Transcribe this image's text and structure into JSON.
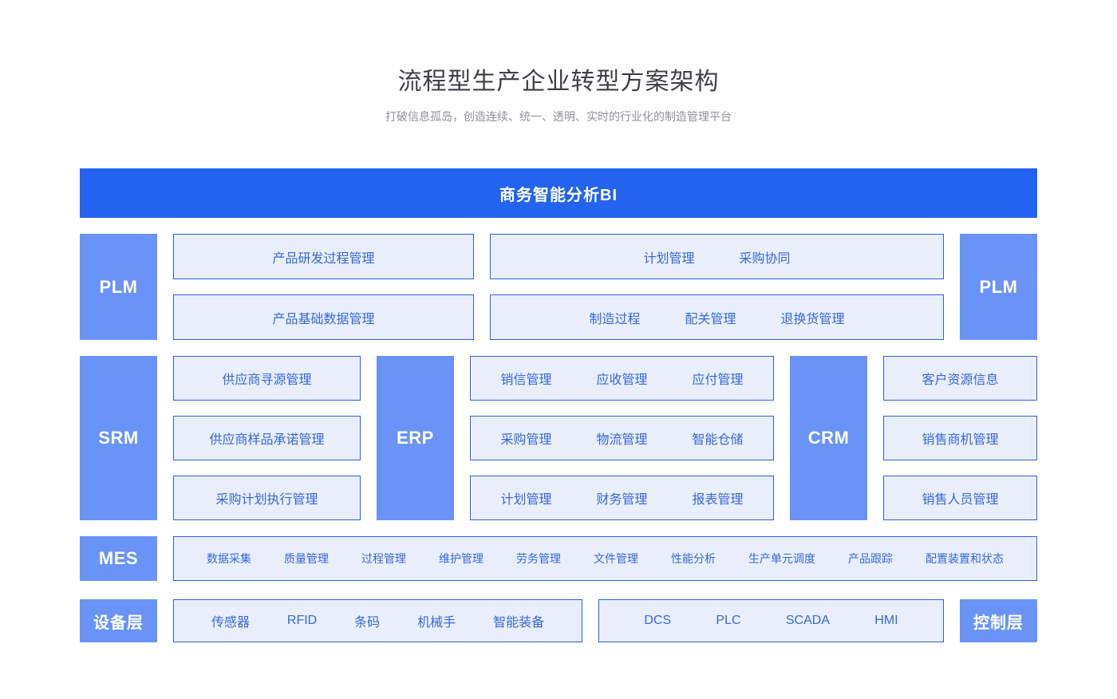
{
  "header": {
    "title": "流程型生产企业转型方案架构",
    "subtitle": "打破信息孤岛，创造连续、统一、透明、实时的行业化的制造管理平台"
  },
  "colors": {
    "banner_blue": "#2363f0",
    "tower_blue": "#6a93f7",
    "box_fill": "#eaeefb",
    "box_border": "#2c62dd",
    "box_text": "#3568dc"
  },
  "banner": {
    "label": "商务智能分析BI"
  },
  "plm_row": {
    "left_tower": "PLM",
    "right_tower": "PLM",
    "col1": [
      [
        "产品研发过程管理"
      ],
      [
        "产品基础数据管理"
      ]
    ],
    "col2": [
      [
        "计划管理",
        "采购协同"
      ],
      [
        "制造过程",
        "配关管理",
        "退换货管理"
      ]
    ]
  },
  "mid_row": {
    "srm_tower": "SRM",
    "erp_tower": "ERP",
    "crm_tower": "CRM",
    "srm_boxes": [
      [
        "供应商寻源管理"
      ],
      [
        "供应商样品承诺管理"
      ],
      [
        "采购计划执行管理"
      ]
    ],
    "erp_boxes": [
      [
        "销信管理",
        "应收管理",
        "应付管理"
      ],
      [
        "采购管理",
        "物流管理",
        "智能仓储"
      ],
      [
        "计划管理",
        "财务管理",
        "报表管理"
      ]
    ],
    "crm_boxes": [
      [
        "客户资源信息"
      ],
      [
        "销售商机管理"
      ],
      [
        "销售人员管理"
      ]
    ]
  },
  "mes_row": {
    "tower": "MES",
    "items": [
      "数据采集",
      "质量管理",
      "过程管理",
      "维护管理",
      "劳务管理",
      "文件管理",
      "性能分析",
      "生产单元调度",
      "产品跟踪",
      "配置装置和状态"
    ]
  },
  "bottom_row": {
    "left_tower": "设备层",
    "right_tower": "控制层",
    "device_box": [
      "传感器",
      "RFID",
      "条码",
      "机械手",
      "智能装备"
    ],
    "control_box": [
      "DCS",
      "PLC",
      "SCADA",
      "HMI"
    ]
  }
}
